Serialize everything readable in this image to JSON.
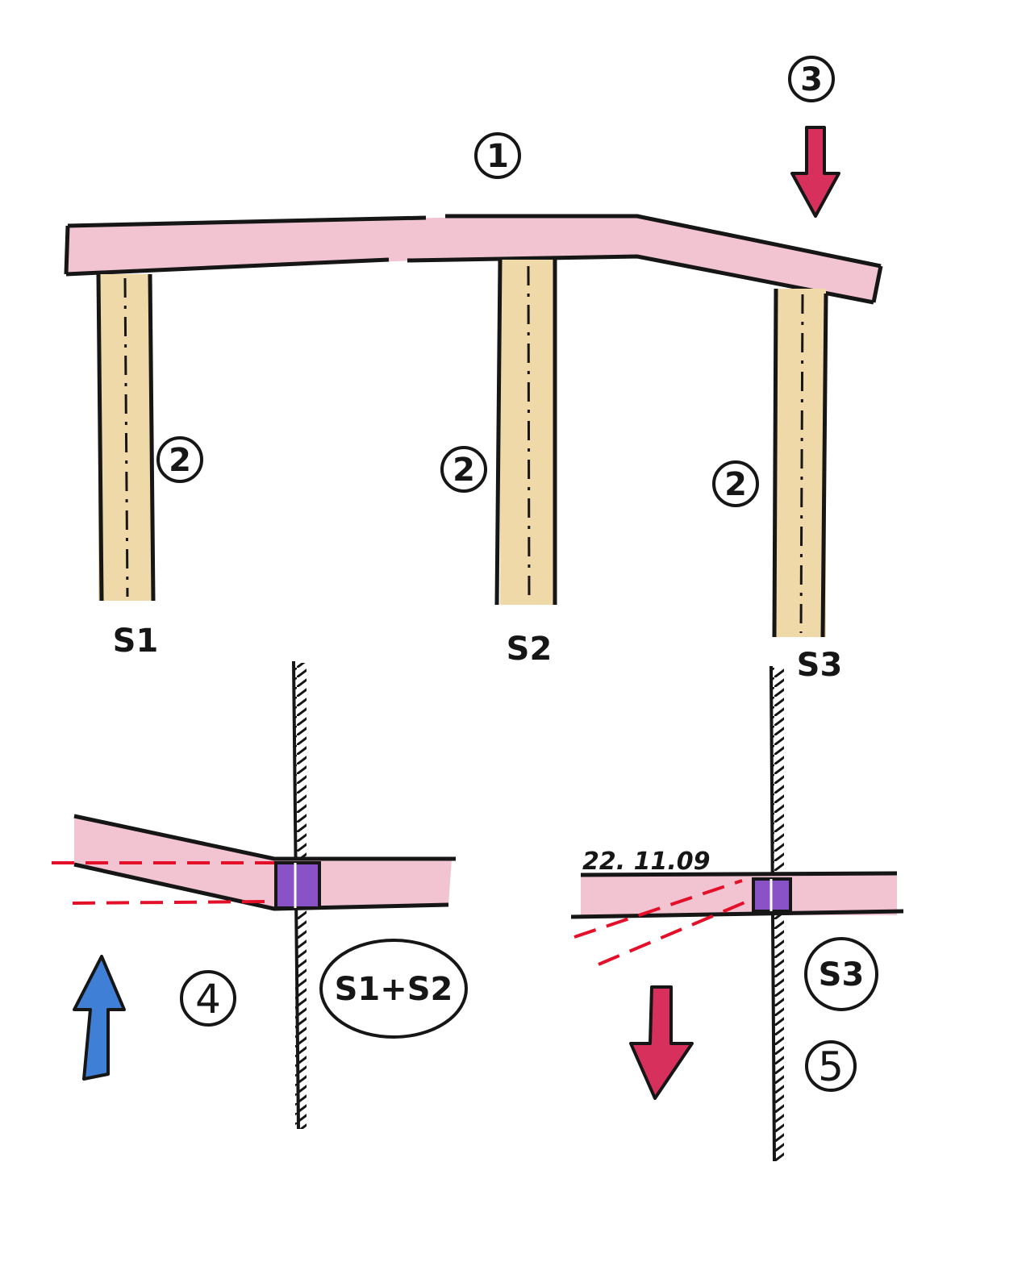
{
  "markers": {
    "m1": "1",
    "m2a": "2",
    "m2b": "2",
    "m2c": "2",
    "m3": "3",
    "m4": "4",
    "m5": "5"
  },
  "supports": {
    "s1": "S1",
    "s2": "S2",
    "s3": "S3"
  },
  "detail_left": {
    "label": "S1+S2"
  },
  "detail_right": {
    "label": "S3",
    "date": "22. 11.09"
  },
  "colors": {
    "beam": "#f2c4d2",
    "column": "#efd9a8",
    "ink": "#161616",
    "red_arrow": "#d8305c",
    "blue_arrow": "#3f7fd6",
    "bearing": "#8a52c7",
    "dash": "#e4102a"
  }
}
